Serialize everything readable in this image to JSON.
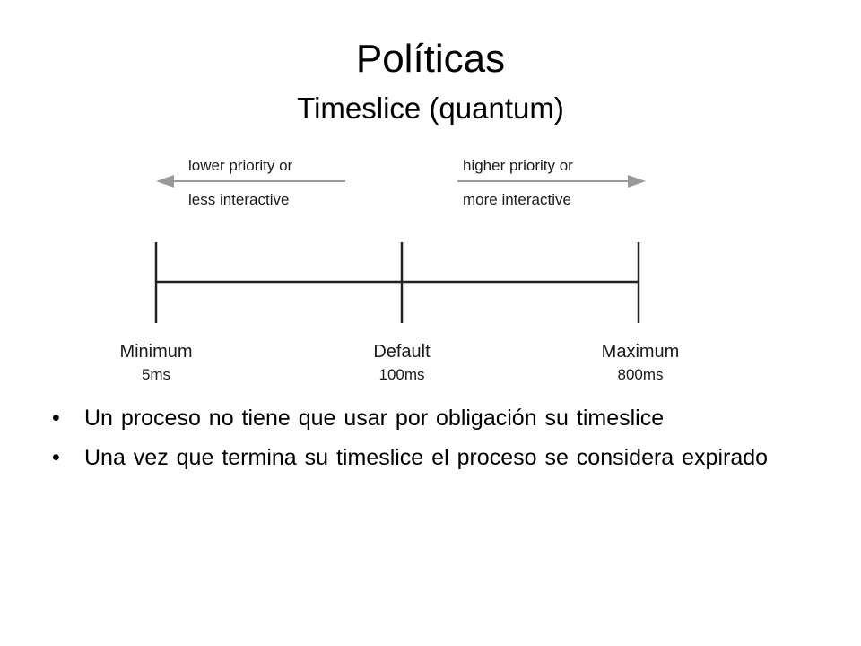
{
  "slide": {
    "title": "Políticas",
    "subtitle": "Timeslice (quantum)"
  },
  "diagram": {
    "left_arrow": {
      "line1": "lower priority or",
      "line2": "less interactive"
    },
    "right_arrow": {
      "line1": "higher priority or",
      "line2": "more interactive"
    },
    "markers": [
      {
        "label": "Minimum",
        "value": "5ms"
      },
      {
        "label": "Default",
        "value": "100ms"
      },
      {
        "label": "Maximum",
        "value": "800ms"
      }
    ]
  },
  "bullets": [
    {
      "glyph": "•",
      "text": "Un proceso no tiene que usar por obligación su timeslice"
    },
    {
      "glyph": "•",
      "text": "Una vez que termina su timeslice el proceso se considera expirado"
    }
  ]
}
